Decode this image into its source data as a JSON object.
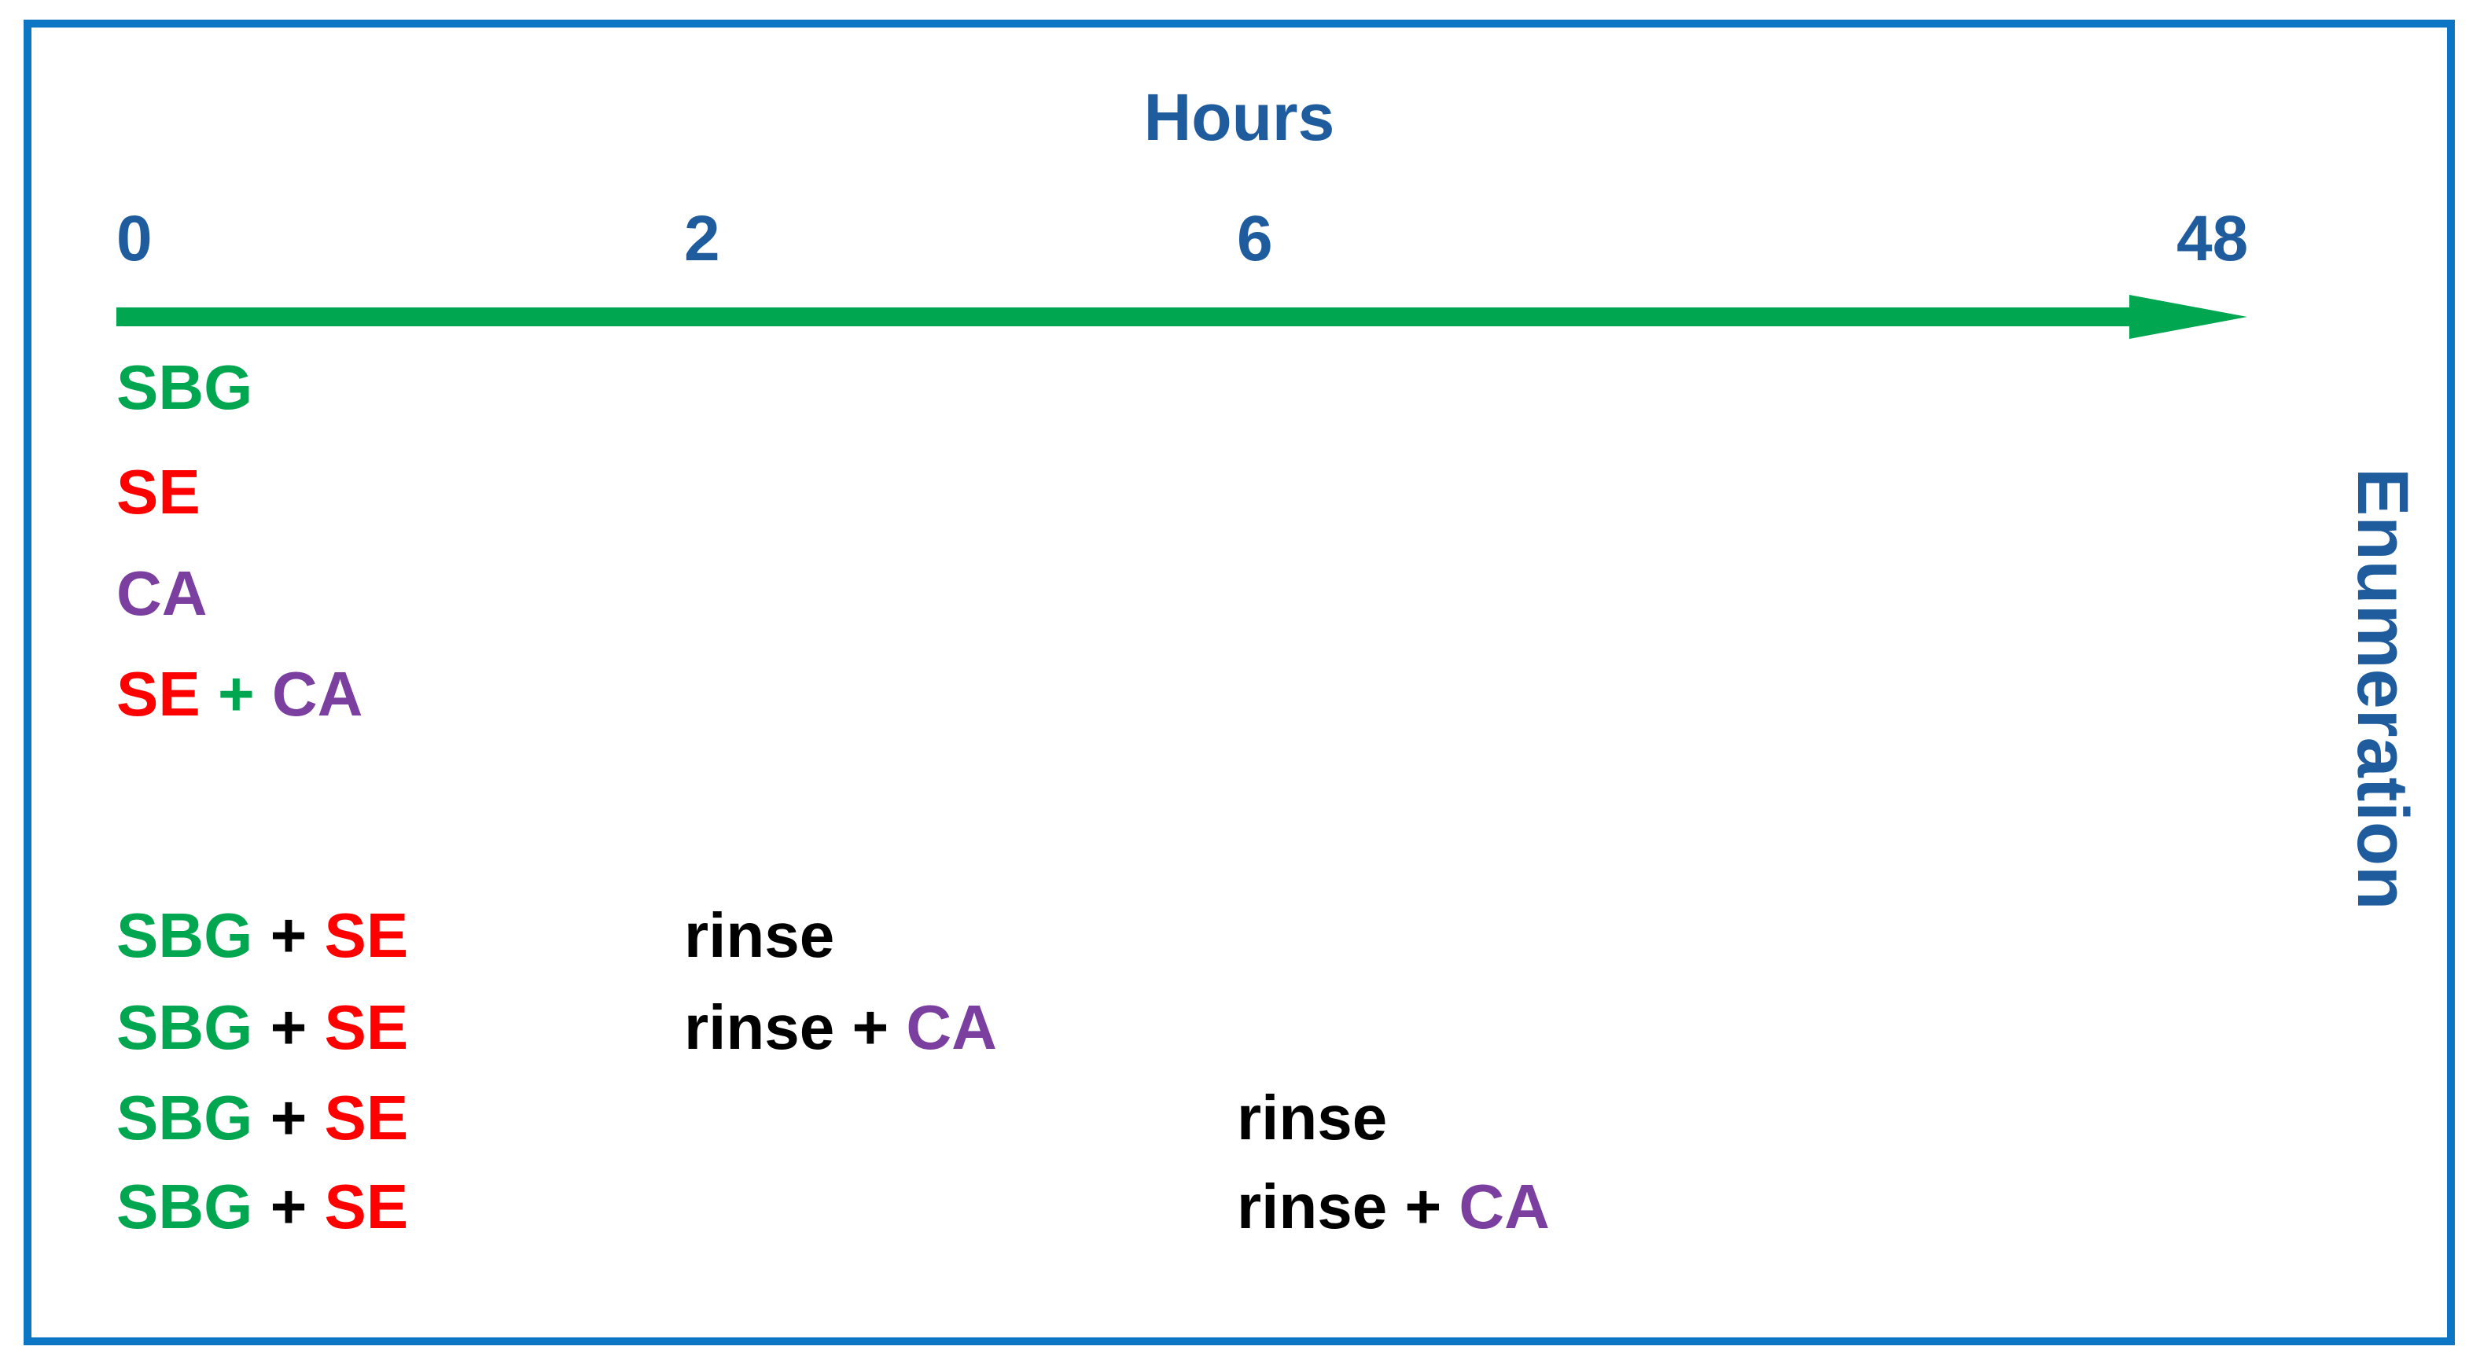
{
  "figure": {
    "axis_title": "Hours",
    "side_label": "Enumeration",
    "tick_labels": [
      "0",
      "2",
      "6",
      "48"
    ]
  },
  "colors": {
    "frame_blue": "#0C76C4",
    "label_blue": "#1F5C9E",
    "arrow_green": "#00A650",
    "sbg_green": "#00A650",
    "se_red": "#FF0000",
    "ca_purple": "#7B3FA0",
    "rinse_black": "#000000"
  },
  "chart_data": {
    "type": "table",
    "title": "Hours",
    "xlabel": "Hours",
    "ylabel": "Enumeration",
    "x": [
      0,
      2,
      6,
      48
    ],
    "tick_labels": [
      "0",
      "2",
      "6",
      "48"
    ],
    "axis": "arrow pointing right, green, spanning 0 to 48 hours",
    "legend": [
      {
        "abbr": "SBG",
        "color": "#00A650"
      },
      {
        "abbr": "SE",
        "color": "#FF0000"
      },
      {
        "abbr": "CA",
        "color": "#7B3FA0"
      },
      {
        "abbr": "rinse",
        "color": "#000000"
      }
    ],
    "rows": [
      {
        "hour_0": "SBG",
        "hour_2": "",
        "hour_6": ""
      },
      {
        "hour_0": "SE",
        "hour_2": "",
        "hour_6": ""
      },
      {
        "hour_0": "CA",
        "hour_2": "",
        "hour_6": ""
      },
      {
        "hour_0": "SE + CA",
        "hour_2": "",
        "hour_6": ""
      },
      {
        "hour_0": "SBG + SE",
        "hour_2": "rinse",
        "hour_6": ""
      },
      {
        "hour_0": "SBG + SE",
        "hour_2": "rinse + CA",
        "hour_6": ""
      },
      {
        "hour_0": "SBG + SE",
        "hour_2": "",
        "hour_6": "rinse"
      },
      {
        "hour_0": "SBG + SE",
        "hour_2": "",
        "hour_6": "rinse + CA"
      }
    ]
  },
  "rows": {
    "r1": {
      "t0_sbg": "SBG"
    },
    "r2": {
      "t0_se": "SE"
    },
    "r3": {
      "t0_ca": "CA"
    },
    "r4": {
      "t0_se": "SE",
      "plus": "+",
      "t0_ca": "CA"
    },
    "r5": {
      "t0_sbg": "SBG",
      "plus": "+",
      "t0_se": "SE",
      "t2_rinse": "rinse"
    },
    "r6": {
      "t0_sbg": "SBG",
      "plus": "+",
      "t0_se": "SE",
      "t2_rinse": "rinse",
      "plus2": "+",
      "t2_ca": "CA"
    },
    "r7": {
      "t0_sbg": "SBG",
      "plus": "+",
      "t0_se": "SE",
      "t6_rinse": "rinse"
    },
    "r8": {
      "t0_sbg": "SBG",
      "plus": "+",
      "t0_se": "SE",
      "t6_rinse": "rinse",
      "plus2": "+",
      "t6_ca": "CA"
    }
  }
}
